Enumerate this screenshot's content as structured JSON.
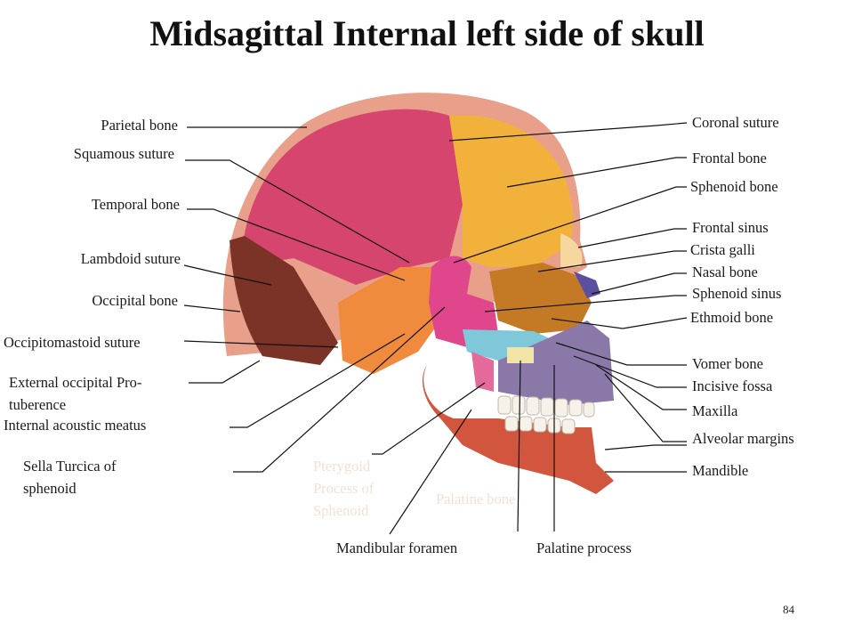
{
  "title": "Midsagittal Internal left side of skull",
  "page_number": "84",
  "labels_left": {
    "parietal_bone": "Parietal bone",
    "squamous_suture": "Squamous suture",
    "temporal_bone": "Temporal bone",
    "lambdoid_suture": "Lambdoid suture",
    "occipital_bone": "Occipital bone",
    "occipitomastoid_suture": "Occipitomastoid suture",
    "external_occipital_protuberance_1": "External occipital Pro-",
    "external_occipital_protuberance_2": "tuberence",
    "internal_acoustic_meatus": "Internal acoustic meatus",
    "sella_turcica_1": "Sella Turcica of",
    "sella_turcica_2": "sphenoid"
  },
  "labels_right": {
    "coronal_suture": "Coronal suture",
    "frontal_bone": "Frontal bone",
    "sphenoid_bone": "Sphenoid bone",
    "frontal_sinus": "Frontal sinus",
    "crista_galli": "Crista galli",
    "nasal_bone": "Nasal bone",
    "sphenoid_sinus": "Sphenoid sinus",
    "ethmoid_bone": "Ethmoid bone",
    "vomer_bone": "Vomer bone",
    "incisive_fossa": "Incisive fossa",
    "maxilla": "Maxilla",
    "alveolar_margins": "Alveolar margins",
    "mandible": "Mandible"
  },
  "labels_bottom": {
    "pterygoid_1": "Pterygoid",
    "pterygoid_2": "Process of",
    "pterygoid_3": "Sphenoid",
    "palatine_bone": "Palatine bone",
    "mandibular_foramen": "Mandibular foramen",
    "palatine_process": "Palatine process"
  },
  "colors": {
    "parietal": "#d6456e",
    "frontal": "#f2b13a",
    "temporal": "#f08a3c",
    "occipital": "#7a3326",
    "sphenoid": "#e0468c",
    "ethmoid": "#c47a24",
    "vomer": "#7fc8da",
    "maxilla": "#8a78a8",
    "mandible": "#d2553e",
    "nasal": "#5b4fa0"
  }
}
